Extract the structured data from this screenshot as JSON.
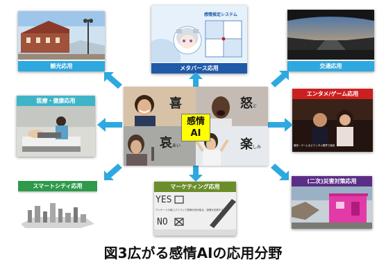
{
  "caption": "図3広がる感情AIの応用分野",
  "center": {
    "label_line1": "感情",
    "label_line2": "AI",
    "kanji": {
      "joy": "喜",
      "anger": "怒",
      "sorrow": "哀",
      "pleasure": "楽"
    },
    "kanji_kana": {
      "anger": "ど",
      "sorrow": "あい",
      "pleasure": "しみ"
    }
  },
  "cards": {
    "tourism": {
      "label": "観光応用",
      "color": "#2ea8e0"
    },
    "metaverse": {
      "label": "メタバース応用",
      "color": "#1e5aa8",
      "panel_title": "感情推定システム"
    },
    "traffic": {
      "label": "交通応用",
      "color": "#2ea8e0"
    },
    "medical": {
      "label": "医療・健康応用",
      "color": "#3fb4c8"
    },
    "entertainment": {
      "label": "エンタメ/ゲーム応用",
      "color": "#cc1f1f",
      "subtitle": "喜怒・ゲームなどエンタメ業界で使用"
    },
    "smartcity": {
      "label": "スマートシティ応用",
      "color": "#2e9a4a"
    },
    "marketing": {
      "label": "マーケティング応用",
      "color": "#6b8e2a",
      "yes": "YES",
      "no": "NO",
      "note": "アンケートの後にパソコンで表情を読み取る、感情を記録する"
    },
    "disaster": {
      "label": "(二次)災害対策応用",
      "color": "#5a2e86"
    }
  },
  "colors": {
    "arrow": "#2ea8e0"
  }
}
